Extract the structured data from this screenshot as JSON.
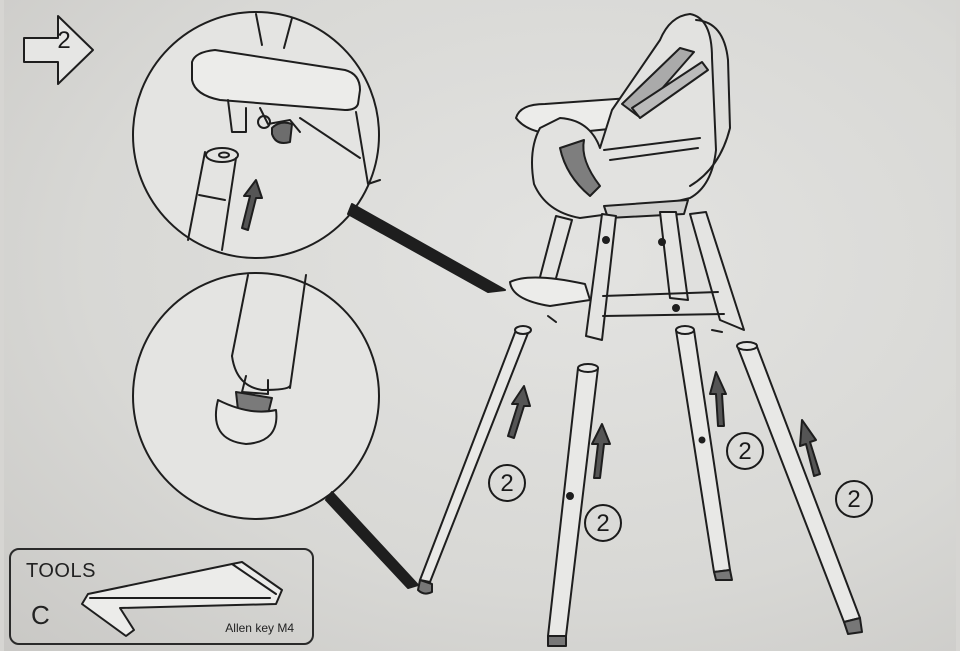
{
  "step": {
    "label": "2"
  },
  "leg_step_numbers": [
    "2",
    "2",
    "2",
    "2"
  ],
  "tools": {
    "title": "TOOLS",
    "letter": "C",
    "key_label": "Allen key M4"
  }
}
